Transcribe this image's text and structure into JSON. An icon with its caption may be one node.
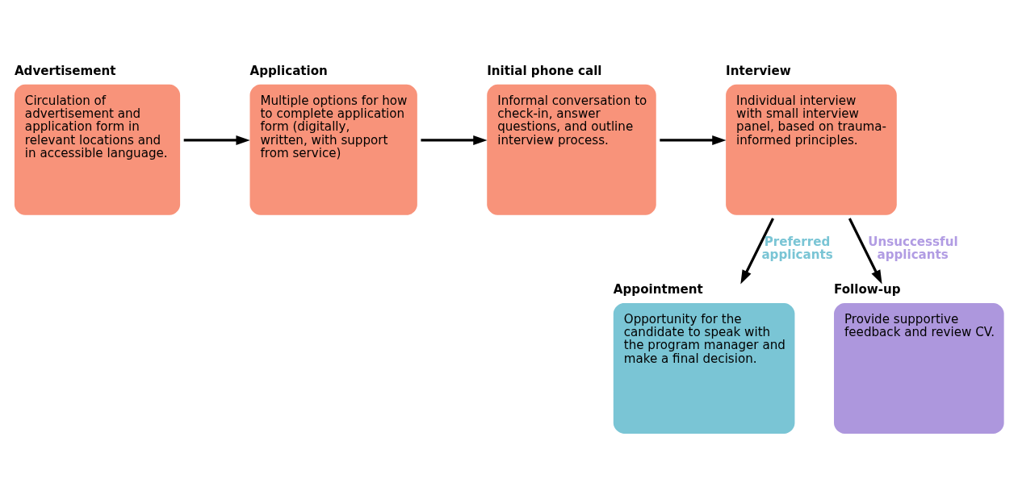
{
  "diagram": {
    "nodes": [
      {
        "text": [
          "Advertisement",
          "Circulation of advertisement and application form in relevant locations and in accessible language."
        ]
      },
      {
        "text": [
          "Application",
          "Multiple options for how to complete application form (digitally, written, with support from service)"
        ]
      },
      {
        "text": [
          "Initial phone call",
          "Informal conversation to check-in, answer questions, and outline interview process."
        ]
      },
      {
        "text": [
          "Interview",
          "Individual interview with small interview panel, based on trauma-informed principles."
        ]
      },
      {
        "text": [
          "Appointment",
          "Opportunity for the candidate to speak with the program manager and make a final decision."
        ]
      },
      {
        "text": [
          "Follow-up",
          "Provide supportive feedback and review CV."
        ]
      }
    ],
    "edges": [
      {
        "from": 0,
        "to": 1,
        "arrow": "to"
      },
      {
        "from": 1,
        "to": 2,
        "arrow": "to"
      },
      {
        "from": 2,
        "to": 3,
        "arrow": "to"
      },
      {
        "from": 3,
        "to": 4,
        "arrow": "to",
        "label": "Preferred applicants"
      },
      {
        "from": 3,
        "to": 5,
        "arrow": "to",
        "label": "Unsuccessful applicants"
      }
    ]
  }
}
